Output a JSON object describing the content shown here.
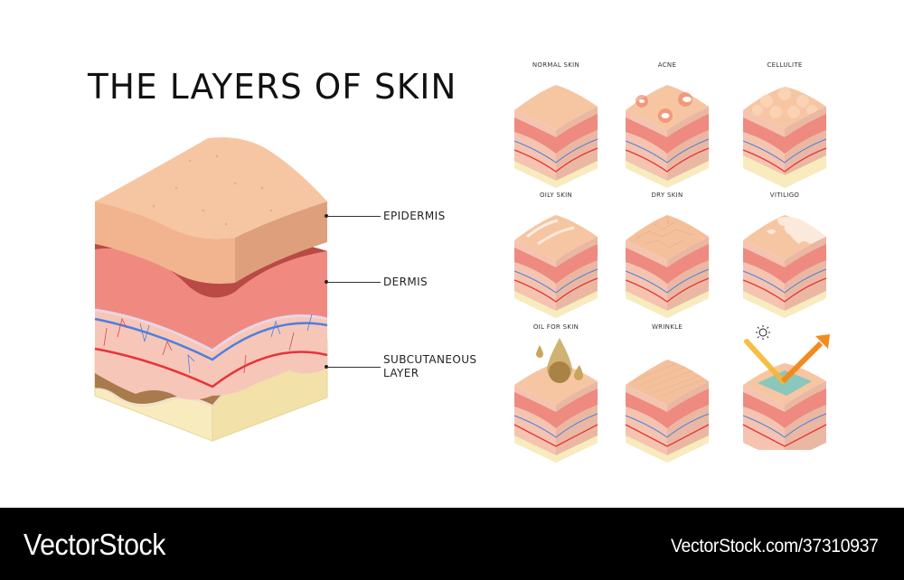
{
  "title": "THE LAYERS OF SKIN",
  "main_diagram": {
    "labels": {
      "epidermis": "EPIDERMIS",
      "dermis": "DERMIS",
      "subcutaneous_line1": "SUBCUTANEOUS",
      "subcutaneous_line2": "LAYER"
    },
    "colors": {
      "epidermis_top": "#f6c6a2",
      "epidermis_side": "#dea07c",
      "dermis_upper": "#f08a80",
      "dermis_upper_dark": "#b94a44",
      "dermis_lower": "#f6c7b8",
      "vein": "#4d7fe0",
      "artery": "#e8333a",
      "fat_top": "#a87a4c",
      "fat": "#f8ecbf"
    }
  },
  "grid": {
    "tiles": [
      {
        "label": "NORMAL SKIN",
        "icon": "normal-skin-cube"
      },
      {
        "label": "ACNE",
        "icon": "acne-cube"
      },
      {
        "label": "CELLULITE",
        "icon": "cellulite-cube"
      },
      {
        "label": "OILY SKIN",
        "icon": "oily-skin-cube"
      },
      {
        "label": "DRY SKIN",
        "icon": "dry-skin-cube"
      },
      {
        "label": "VITILIGO",
        "icon": "vitiligo-cube"
      },
      {
        "label": "OIL FOR SKIN",
        "icon": "oil-drop-cube"
      },
      {
        "label": "WRINKLE",
        "icon": "wrinkle-cube"
      },
      {
        "label": "",
        "icon": "sun-protection-cube"
      }
    ]
  },
  "footer": {
    "brand": "VectorStock",
    "url": "VectorStock.com/37310937"
  }
}
